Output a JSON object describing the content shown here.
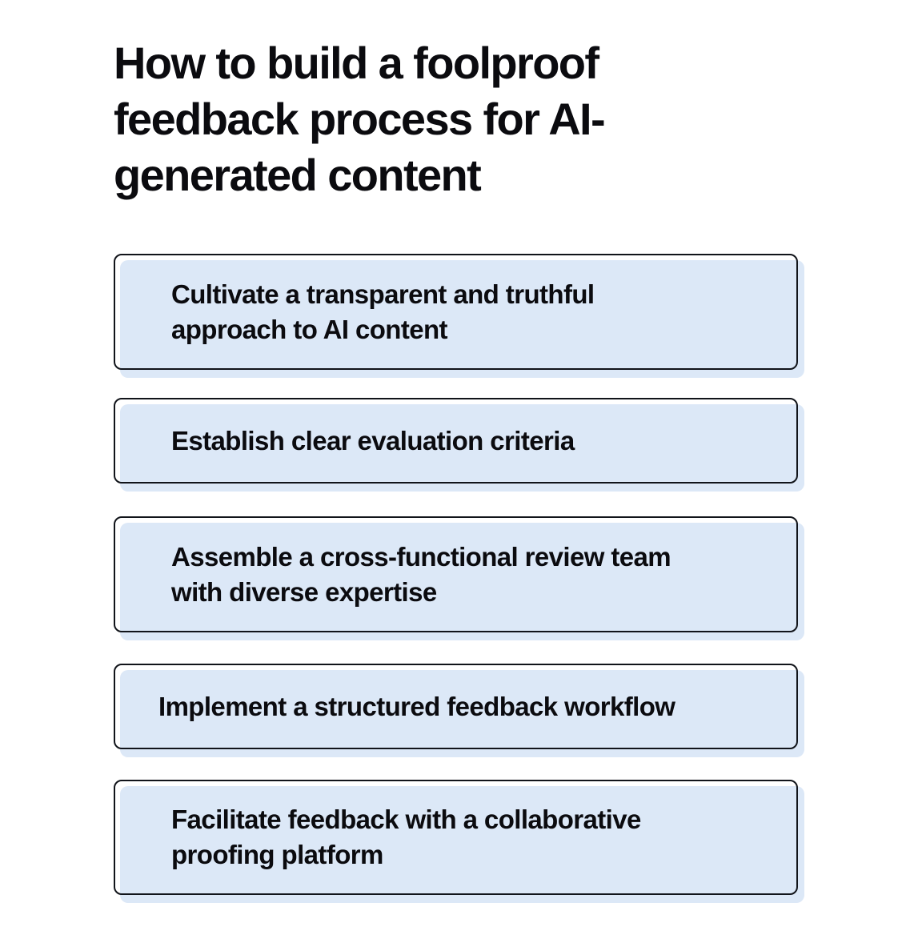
{
  "title": "How to build a foolproof feedback process for AI-generated content",
  "colors": {
    "card_fill": "#dce8f7",
    "card_border": "#11141a",
    "text": "#0b0b0f",
    "background": "#ffffff"
  },
  "steps": [
    {
      "label": "Cultivate a transparent and truthful approach to AI content"
    },
    {
      "label": "Establish clear evaluation criteria"
    },
    {
      "label": "Assemble a cross-functional review team with diverse expertise"
    },
    {
      "label": "Implement a structured feedback workflow"
    },
    {
      "label": "Facilitate feedback with a collaborative proofing platform"
    }
  ]
}
